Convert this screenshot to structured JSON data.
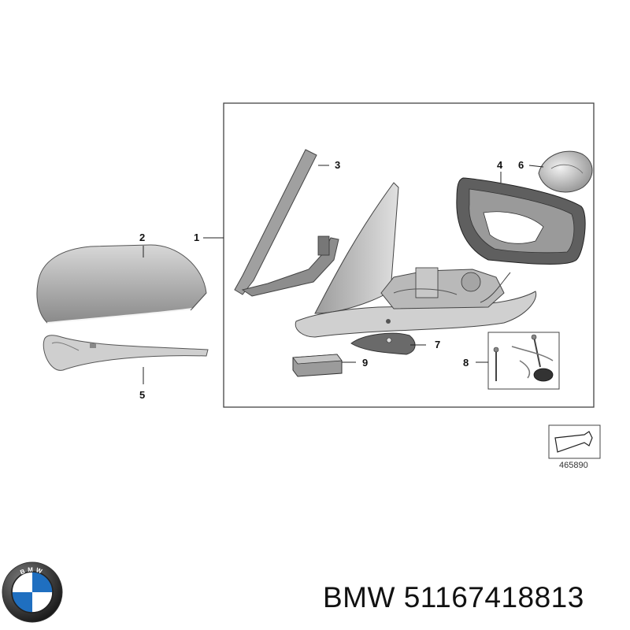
{
  "diagram": {
    "callouts": {
      "c1": "1",
      "c2": "2",
      "c3": "3",
      "c4": "4",
      "c5": "5",
      "c6": "6",
      "c7": "7",
      "c8": "8",
      "c9": "9"
    },
    "reference_number": "465890"
  },
  "logo": {
    "brand_text": "BMW"
  },
  "caption": {
    "brand": "BMW",
    "part_number": "51167418813"
  }
}
